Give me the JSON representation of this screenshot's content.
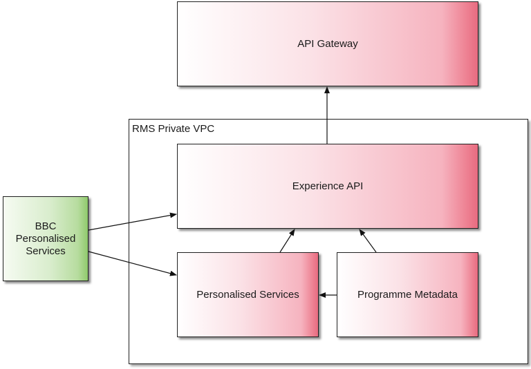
{
  "diagram": {
    "container": {
      "label": "RMS Private VPC"
    },
    "nodes": {
      "api_gateway": "API Gateway",
      "experience_api": "Experience API",
      "bbc_personalised_services": "BBC\nPersonalised\nServices",
      "personalised_services": "Personalised Services",
      "programme_metadata": "Programme Metadata"
    }
  }
}
